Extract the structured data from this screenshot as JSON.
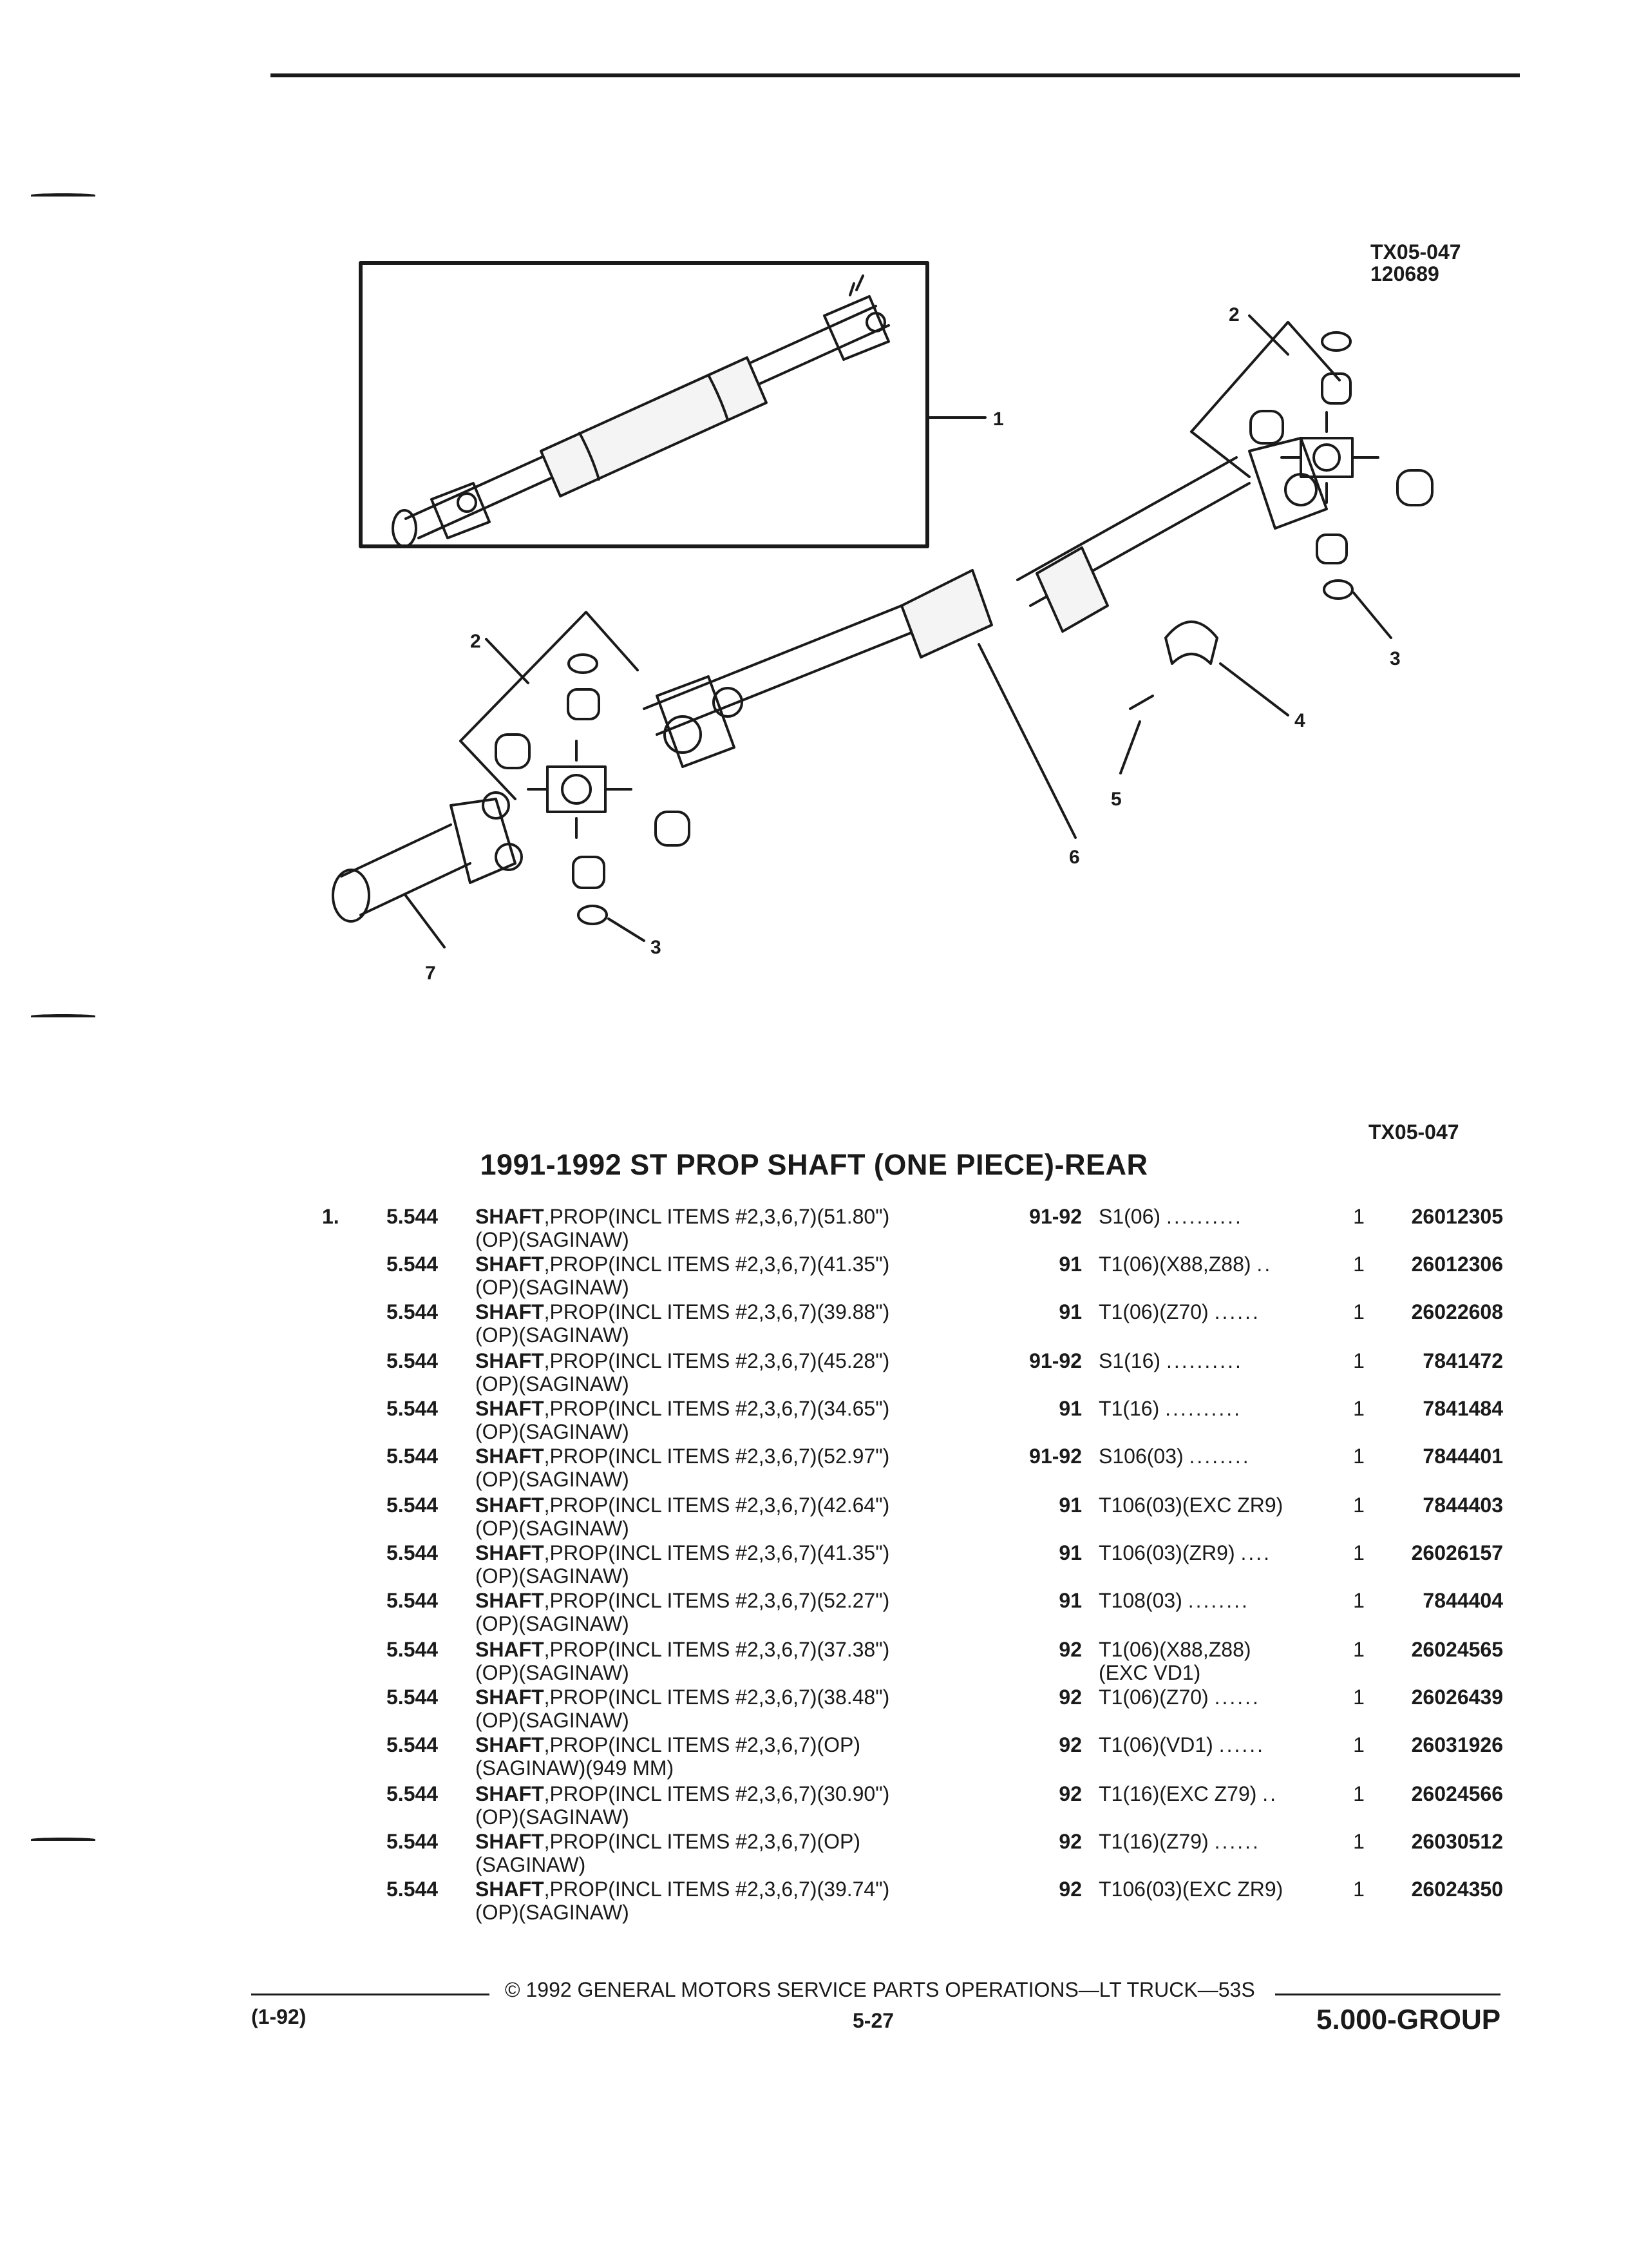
{
  "figure": {
    "code_top": "TX05-047",
    "code_date": "120689",
    "code_bottom": "TX05-047",
    "callouts": [
      "1",
      "2",
      "3",
      "2",
      "3",
      "4",
      "5",
      "6",
      "7"
    ]
  },
  "section": {
    "title": "1991-1992 ST PROP SHAFT (ONE PIECE)-REAR"
  },
  "parts": [
    {
      "item": "1.",
      "group": "5.544",
      "name": "SHAFT",
      "desc": ",PROP(INCL ITEMS #2,3,6,7)(51.80\")",
      "desc2": "(OP)(SAGINAW)",
      "year": "91-92",
      "usage": "S1(06)",
      "dots": "..........",
      "usage2": "",
      "qty": "1",
      "part": "26012305"
    },
    {
      "item": "",
      "group": "5.544",
      "name": "SHAFT",
      "desc": ",PROP(INCL ITEMS #2,3,6,7)(41.35\")",
      "desc2": "(OP)(SAGINAW)",
      "year": "91",
      "usage": "T1(06)(X88,Z88)",
      "dots": "..",
      "usage2": "",
      "qty": "1",
      "part": "26012306"
    },
    {
      "item": "",
      "group": "5.544",
      "name": "SHAFT",
      "desc": ",PROP(INCL ITEMS #2,3,6,7)(39.88\")",
      "desc2": "(OP)(SAGINAW)",
      "year": "91",
      "usage": "T1(06)(Z70)",
      "dots": "......",
      "usage2": "",
      "qty": "1",
      "part": "26022608"
    },
    {
      "item": "",
      "group": "5.544",
      "name": "SHAFT",
      "desc": ",PROP(INCL ITEMS #2,3,6,7)(45.28\")",
      "desc2": "(OP)(SAGINAW)",
      "year": "91-92",
      "usage": "S1(16)",
      "dots": "..........",
      "usage2": "",
      "qty": "1",
      "part": "7841472"
    },
    {
      "item": "",
      "group": "5.544",
      "name": "SHAFT",
      "desc": ",PROP(INCL ITEMS #2,3,6,7)(34.65\")",
      "desc2": "(OP)(SAGINAW)",
      "year": "91",
      "usage": "T1(16)",
      "dots": "..........",
      "usage2": "",
      "qty": "1",
      "part": "7841484"
    },
    {
      "item": "",
      "group": "5.544",
      "name": "SHAFT",
      "desc": ",PROP(INCL ITEMS #2,3,6,7)(52.97\")",
      "desc2": "(OP)(SAGINAW)",
      "year": "91-92",
      "usage": "S106(03)",
      "dots": "........",
      "usage2": "",
      "qty": "1",
      "part": "7844401"
    },
    {
      "item": "",
      "group": "5.544",
      "name": "SHAFT",
      "desc": ",PROP(INCL ITEMS #2,3,6,7)(42.64\")",
      "desc2": "(OP)(SAGINAW)",
      "year": "91",
      "usage": "T106(03)(EXC ZR9)",
      "dots": "",
      "usage2": "",
      "qty": "1",
      "part": "7844403"
    },
    {
      "item": "",
      "group": "5.544",
      "name": "SHAFT",
      "desc": ",PROP(INCL ITEMS #2,3,6,7)(41.35\")",
      "desc2": "(OP)(SAGINAW)",
      "year": "91",
      "usage": "T106(03)(ZR9)",
      "dots": "....",
      "usage2": "",
      "qty": "1",
      "part": "26026157"
    },
    {
      "item": "",
      "group": "5.544",
      "name": "SHAFT",
      "desc": ",PROP(INCL ITEMS #2,3,6,7)(52.27\")",
      "desc2": "(OP)(SAGINAW)",
      "year": "91",
      "usage": "T108(03)",
      "dots": "........",
      "usage2": "",
      "qty": "1",
      "part": "7844404"
    },
    {
      "item": "",
      "group": "5.544",
      "name": "SHAFT",
      "desc": ",PROP(INCL ITEMS #2,3,6,7)(37.38\")",
      "desc2": "(OP)(SAGINAW)",
      "year": "92",
      "usage": "T1(06)(X88,Z88)",
      "dots": "",
      "usage2": "(EXC VD1)",
      "qty": "1",
      "part": "26024565"
    },
    {
      "item": "",
      "group": "5.544",
      "name": "SHAFT",
      "desc": ",PROP(INCL ITEMS #2,3,6,7)(38.48\")",
      "desc2": "(OP)(SAGINAW)",
      "year": "92",
      "usage": "T1(06)(Z70)",
      "dots": "......",
      "usage2": "",
      "qty": "1",
      "part": "26026439"
    },
    {
      "item": "",
      "group": "5.544",
      "name": "SHAFT",
      "desc": ",PROP(INCL ITEMS #2,3,6,7)(OP)",
      "desc2": "(SAGINAW)(949 MM)",
      "year": "92",
      "usage": "T1(06)(VD1)",
      "dots": "......",
      "usage2": "",
      "qty": "1",
      "part": "26031926"
    },
    {
      "item": "",
      "group": "5.544",
      "name": "SHAFT",
      "desc": ",PROP(INCL ITEMS #2,3,6,7)(30.90\")",
      "desc2": "(OP)(SAGINAW)",
      "year": "92",
      "usage": "T1(16)(EXC Z79)",
      "dots": "..",
      "usage2": "",
      "qty": "1",
      "part": "26024566"
    },
    {
      "item": "",
      "group": "5.544",
      "name": "SHAFT",
      "desc": ",PROP(INCL ITEMS #2,3,6,7)(OP)",
      "desc2": "(SAGINAW)",
      "year": "92",
      "usage": "T1(16)(Z79)",
      "dots": "......",
      "usage2": "",
      "qty": "1",
      "part": "26030512"
    },
    {
      "item": "",
      "group": "5.544",
      "name": "SHAFT",
      "desc": ",PROP(INCL ITEMS #2,3,6,7)(39.74\")",
      "desc2": "(OP)(SAGINAW)",
      "year": "92",
      "usage": "T106(03)(EXC ZR9)",
      "dots": "",
      "usage2": "",
      "qty": "1",
      "part": "26024350"
    }
  ],
  "footer": {
    "revision": "(1-92)",
    "copyright": "©  1992  GENERAL MOTORS SERVICE PARTS OPERATIONS—LT TRUCK—53S",
    "page": "5-27",
    "group": "5.000-GROUP"
  }
}
